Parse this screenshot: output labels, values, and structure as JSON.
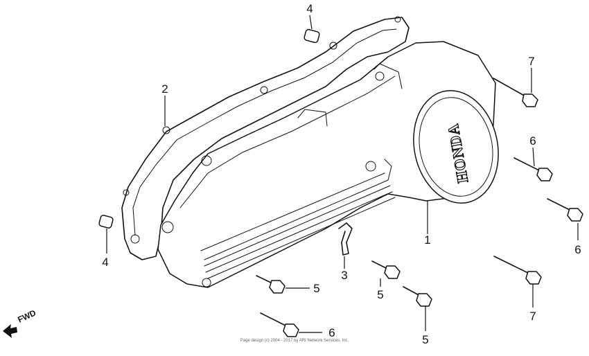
{
  "brand_text": "HONDA",
  "fwd_label": "FWD",
  "copyright": "Page design (c) 2004 - 2017 by ARI Network Services, Inc.",
  "callouts": {
    "c1": "1",
    "c2": "2",
    "c3": "3",
    "c4_top": "4",
    "c4_left": "4",
    "c5_left": "5",
    "c5_mid": "5",
    "c5_bottom": "5",
    "c6_right_top": "6",
    "c6_right": "6",
    "c6_bottom": "6",
    "c7_top": "7",
    "c7_bottom": "7"
  }
}
